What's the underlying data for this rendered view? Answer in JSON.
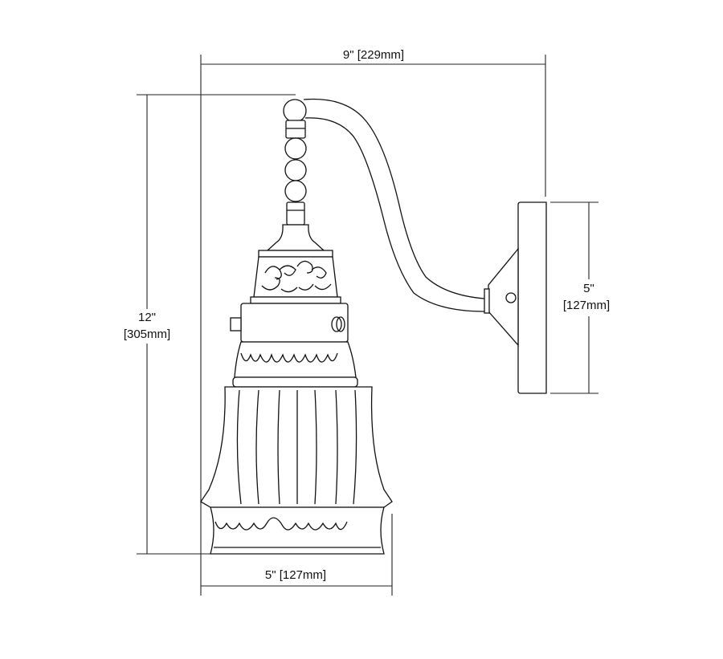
{
  "dimensions": {
    "overall_width": "9\" [229mm]",
    "overall_height_in": "12\"",
    "overall_height_mm": "[305mm]",
    "backplate_height_in": "5\"",
    "backplate_height_mm": "[127mm]",
    "shade_width": "5\" [127mm]"
  }
}
